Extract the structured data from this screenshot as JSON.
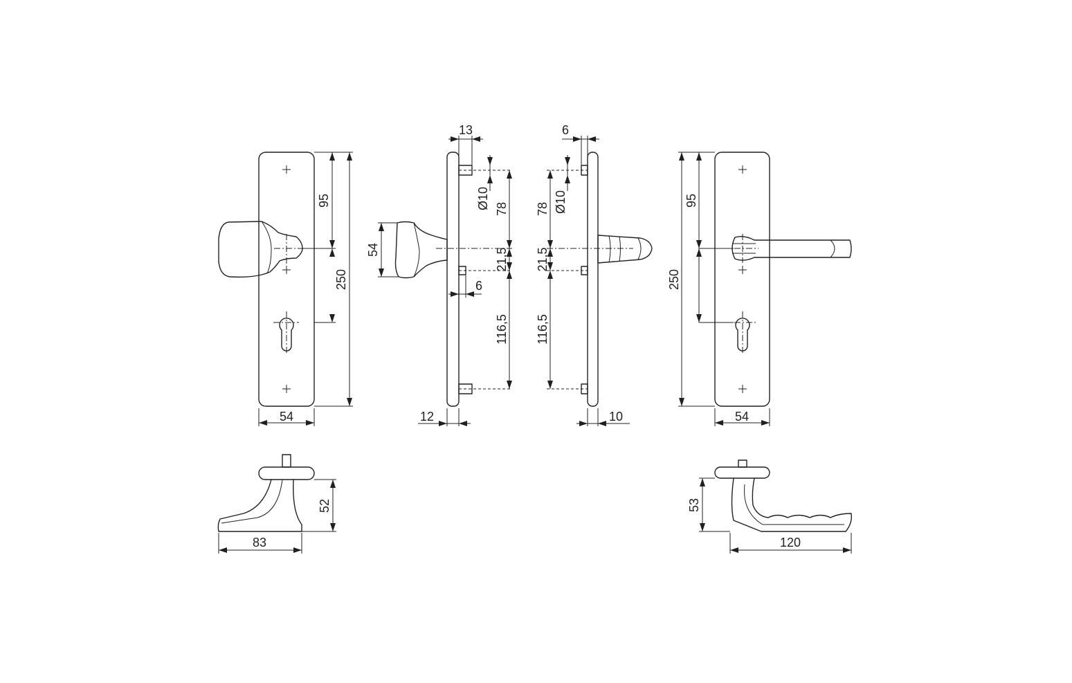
{
  "colors": {
    "line": "#231f20",
    "background": "#ffffff"
  },
  "dimensions": {
    "front_left_width": "54",
    "front_left_spindle_to_top": "95",
    "front_left_total_height": "250",
    "side_left_rose_height": "54",
    "side_left_pin_offset": "13",
    "side_left_hole_dia": "Ø10",
    "side_left_hole_to_spindle": "78",
    "side_left_spindle_to_screw": "21,5",
    "side_left_screw_offset": "6",
    "side_left_screw_to_bottom": "116,5",
    "side_left_plate_thickness": "12",
    "side_right_pin_offset": "6",
    "side_right_hole_dia": "Ø10",
    "side_right_hole_to_spindle": "78",
    "side_right_spindle_to_screw": "21,5",
    "side_right_screw_to_bottom": "116,5",
    "side_right_plate_thickness": "10",
    "front_right_total_height": "250",
    "front_right_spindle_to_top": "95",
    "front_right_width": "54",
    "knob_top_height": "52",
    "knob_top_projection": "83",
    "lever_top_height": "53",
    "lever_top_length": "120"
  }
}
